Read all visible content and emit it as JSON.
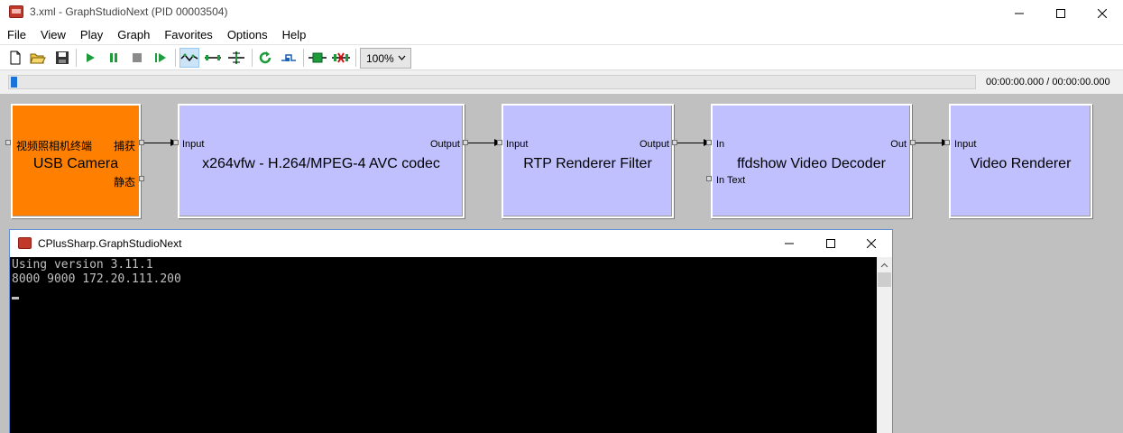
{
  "window": {
    "title": "3.xml - GraphStudioNext (PID 00003504)",
    "minimize_label": "Minimize",
    "maximize_label": "Maximize",
    "close_label": "Close"
  },
  "menu": {
    "items": [
      "File",
      "View",
      "Play",
      "Graph",
      "Favorites",
      "Options",
      "Help"
    ]
  },
  "toolbar": {
    "icons": [
      "new-file-icon",
      "open-folder-icon",
      "save-icon",
      "play-icon",
      "pause-icon",
      "stop-icon",
      "step-forward-icon",
      "connect-mode-icon",
      "connect-line-icon",
      "connect-split-icon",
      "refresh-icon",
      "clock-icon",
      "filter-chain-icon",
      "remove-connections-icon"
    ],
    "zoom": "100%"
  },
  "seek": {
    "progress": 0,
    "time": "00:00:00.000 / 00:00:00.000"
  },
  "graph": {
    "filters": [
      {
        "name": "USB Camera",
        "color": "#ff8000",
        "input_pins": [],
        "output_pins": [
          "捕获",
          "静态"
        ],
        "device_label": "视频照相机终端"
      },
      {
        "name": "x264vfw - H.264/MPEG-4 AVC codec",
        "color": "#c0c0ff",
        "input_pins": [
          "Input"
        ],
        "output_pins": [
          "Output"
        ]
      },
      {
        "name": "RTP Renderer Filter",
        "color": "#c0c0ff",
        "input_pins": [
          "Input"
        ],
        "output_pins": [
          "Output"
        ]
      },
      {
        "name": "ffdshow Video Decoder",
        "color": "#c0c0ff",
        "input_pins": [
          "In",
          "In Text"
        ],
        "output_pins": [
          "Out"
        ]
      },
      {
        "name": "Video Renderer",
        "color": "#c0c0ff",
        "input_pins": [
          "Input"
        ],
        "output_pins": []
      }
    ]
  },
  "console": {
    "title": "CPlusSharp.GraphStudioNext",
    "lines": [
      "Using version 3.11.1",
      "8000 9000 172.20.111.200"
    ]
  }
}
